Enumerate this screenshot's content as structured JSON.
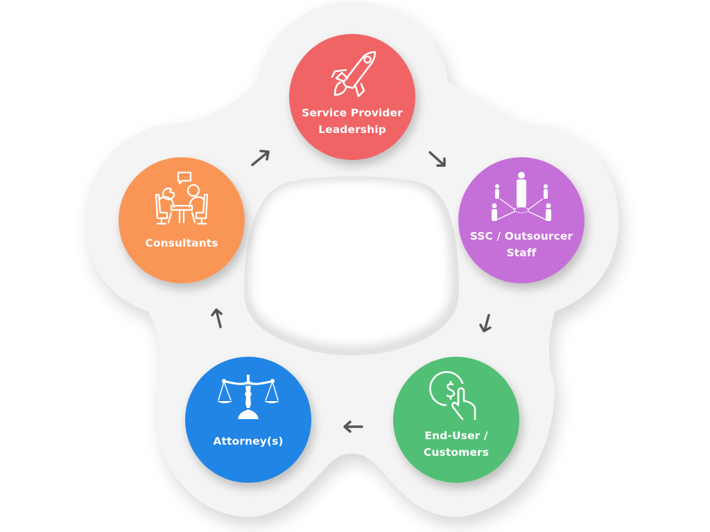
{
  "diagram": {
    "type": "cycle",
    "background_color": "#f4f4f4",
    "nodes": [
      {
        "id": "service-provider",
        "label_line1": "Service Provider",
        "label_line2": "Leadership",
        "icon": "rocket-icon",
        "color": "#f06466"
      },
      {
        "id": "ssc-staff",
        "label_line1": "SSC / Outsourcer",
        "label_line2": "Staff",
        "icon": "network-people-icon",
        "color": "#c56fd9"
      },
      {
        "id": "end-user",
        "label_line1": "End-User /",
        "label_line2": "Customers",
        "icon": "dollar-tap-icon",
        "color": "#51bf75"
      },
      {
        "id": "attorneys",
        "label_line1": "Attorney(s)",
        "label_line2": "",
        "icon": "scales-icon",
        "color": "#2185e6"
      },
      {
        "id": "consultants",
        "label_line1": "Consultants",
        "label_line2": "",
        "icon": "meeting-icon",
        "color": "#fa9655"
      }
    ],
    "arrows": [
      {
        "from": "consultants",
        "to": "service-provider",
        "direction": "up-right"
      },
      {
        "from": "service-provider",
        "to": "ssc-staff",
        "direction": "down-right"
      },
      {
        "from": "ssc-staff",
        "to": "end-user",
        "direction": "down"
      },
      {
        "from": "end-user",
        "to": "attorneys",
        "direction": "left"
      },
      {
        "from": "attorneys",
        "to": "consultants",
        "direction": "up"
      }
    ],
    "arrow_color": "#555555"
  }
}
